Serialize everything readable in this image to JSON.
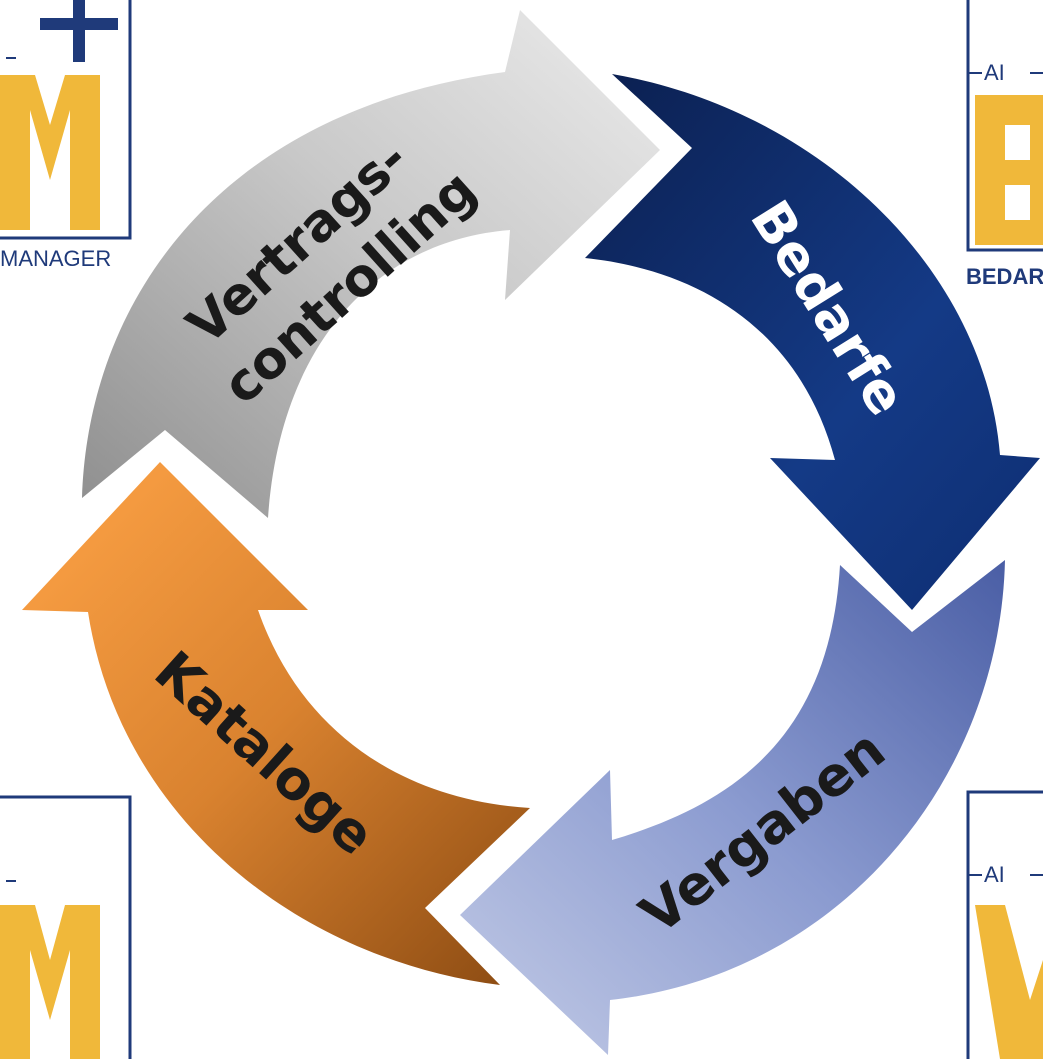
{
  "cycle": {
    "segments": [
      {
        "id": "vertragscontrolling",
        "label_line1": "Vertrags-",
        "label_line2": "controlling",
        "color": "#b9b9b9"
      },
      {
        "id": "bedarfe",
        "label": "Bedarfe",
        "color": "#0d2a66"
      },
      {
        "id": "vergaben",
        "label": "Vergaben",
        "color": "#7c8fc6"
      },
      {
        "id": "kataloge",
        "label": "Kataloge",
        "color": "#e98a2d"
      }
    ]
  },
  "logos": {
    "top_left": {
      "text": "MANAGER",
      "colors": {
        "frame": "#1f3a7a",
        "letter": "#f0b83a"
      }
    },
    "top_right": {
      "ai": "AI",
      "text": "BEDAR"
    },
    "bottom_left": {},
    "bottom_right": {
      "ai": "AI"
    }
  }
}
